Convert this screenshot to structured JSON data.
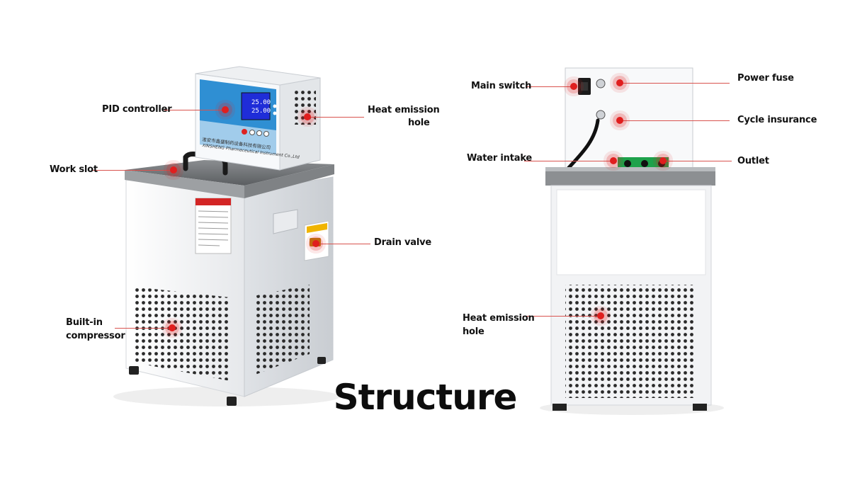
{
  "title": "Structure",
  "brand_text": {
    "chinese_line": "淮安市鑫盛制药设备科技有限公司",
    "english_line": "XINSHENG Pharmaceutical Instrument Co.,Ltd"
  },
  "display": {
    "line1": "25.00",
    "line2": "25.00"
  },
  "callouts": {
    "pid_controller": "PID controller",
    "heat_emission_front_1": "Heat emission",
    "heat_emission_front_2": "hole",
    "work_slot": "Work slot",
    "drain_valve": "Drain valve",
    "compressor_1": "Built-in",
    "compressor_2": "compressor",
    "main_switch": "Main switch",
    "power_fuse": "Power fuse",
    "cycle_insurance": "Cycle insurance",
    "water_intake": "Water intake",
    "outlet": "Outlet",
    "heat_emission_back_1": "Heat emission",
    "heat_emission_back_2": "hole"
  },
  "colors": {
    "accent": "#e01e1e",
    "panel_blue": "#2f8fd3",
    "body": "#f4f5f7",
    "lid": "#6d7073"
  }
}
